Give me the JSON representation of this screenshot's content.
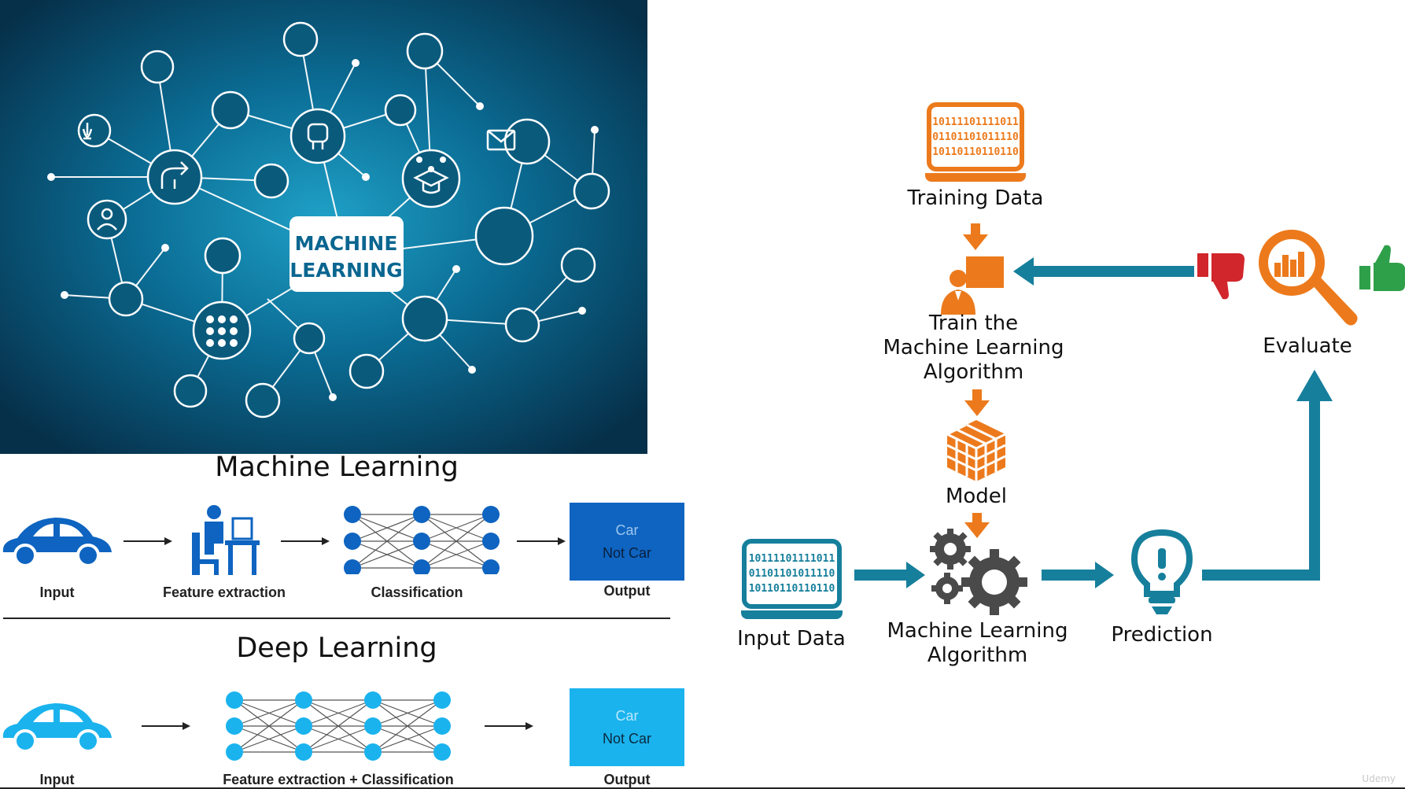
{
  "banner": {
    "line1": "MACHINE",
    "line2": "LEARNING"
  },
  "ml_row": {
    "title": "Machine Learning",
    "labels": [
      "Input",
      "Feature extraction",
      "Classification",
      "Output"
    ],
    "output_lines": [
      "Car",
      "Not Car"
    ]
  },
  "dl_row": {
    "title": "Deep Learning",
    "labels": [
      "Input",
      "Feature extraction + Classification",
      "Output"
    ],
    "output_lines": [
      "Car",
      "Not Car"
    ]
  },
  "flow": {
    "training_data": "Training Data",
    "train": "Train the\nMachine Learning\nAlgorithm",
    "model": "Model",
    "input_data": "Input Data",
    "algorithm": "Machine Learning\nAlgorithm",
    "prediction": "Prediction",
    "evaluate": "Evaluate",
    "binary": [
      "10111101111011",
      "01101101011110",
      "10110110110110"
    ]
  },
  "watermark": "Udemy",
  "colors": {
    "banner_bg": "#0b5b7e",
    "ml_blue": "#0e64c0",
    "dl_cyan": "#1ab3ee",
    "orange": "#ec7a1c",
    "teal": "#167f9c",
    "red": "#d1262b",
    "green": "#2fa04a"
  }
}
